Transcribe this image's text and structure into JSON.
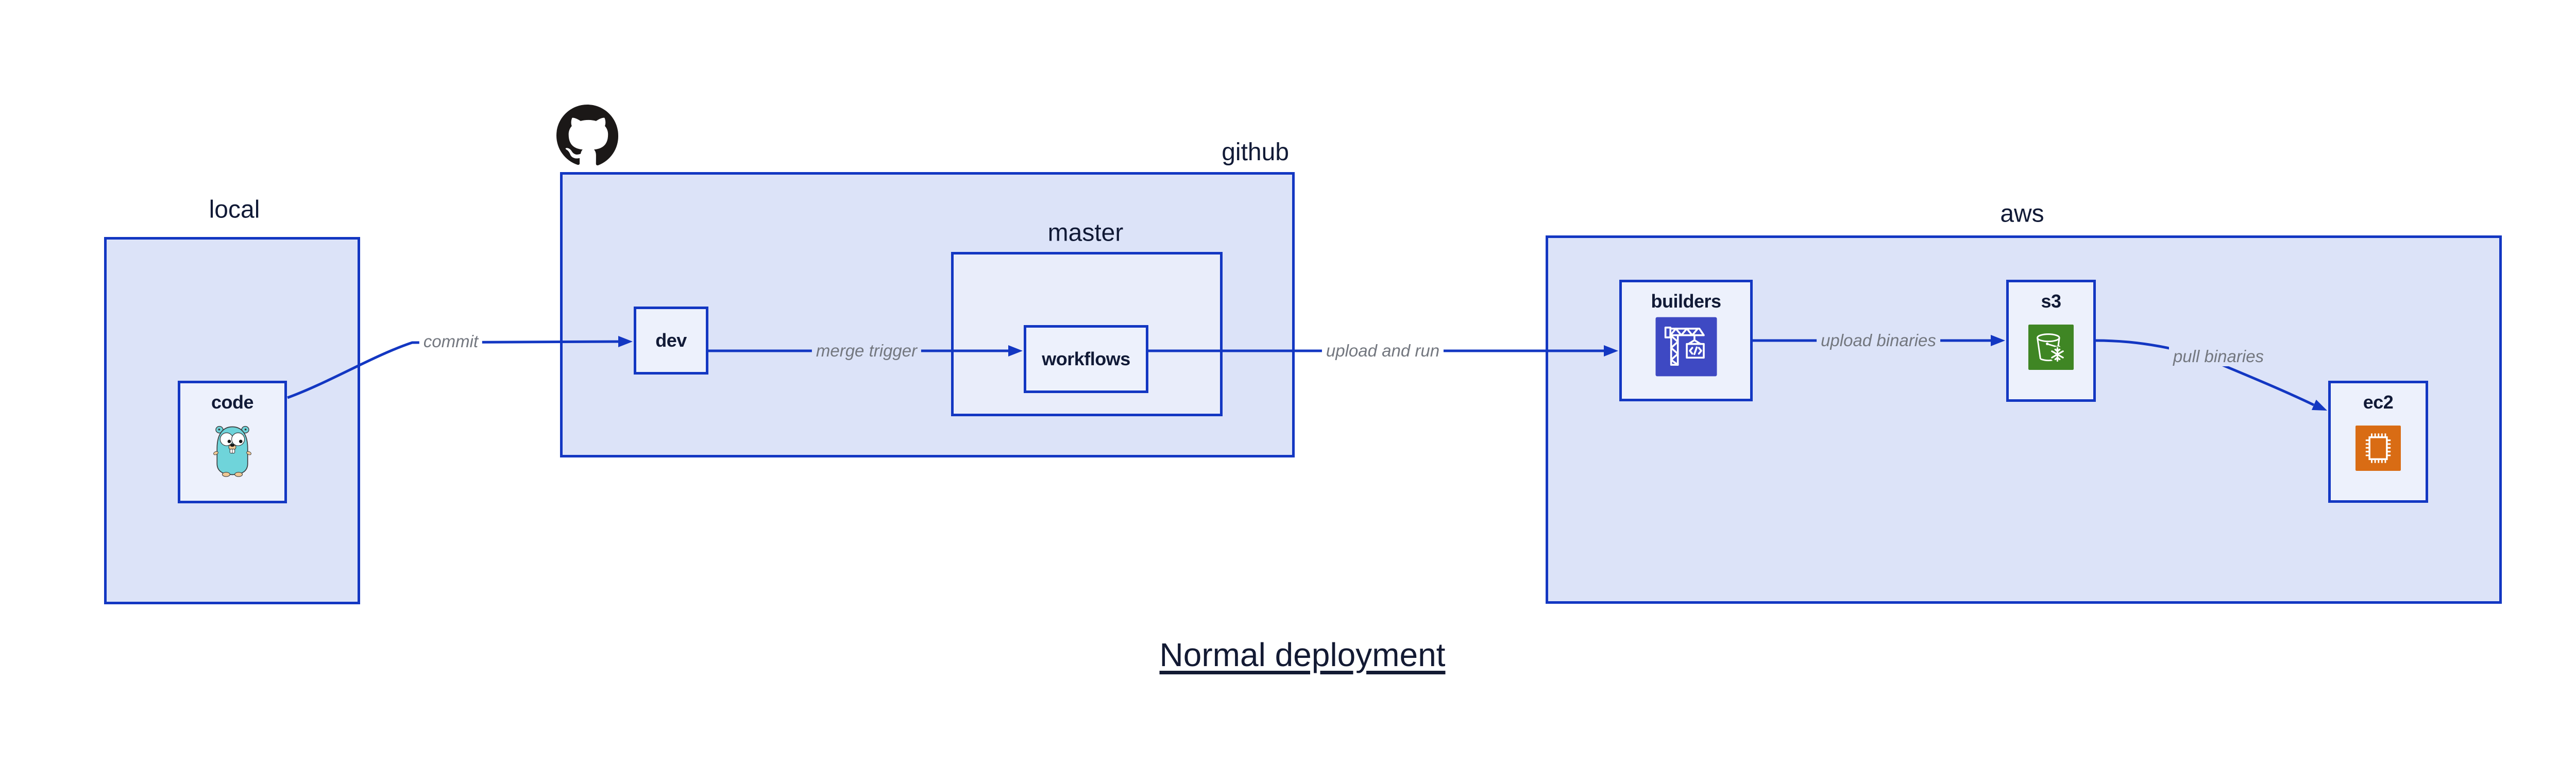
{
  "diagram": {
    "title": "Normal deployment",
    "containers": {
      "local": {
        "label": "local"
      },
      "github": {
        "label": "github"
      },
      "master": {
        "label": "master"
      },
      "aws": {
        "label": "aws"
      }
    },
    "nodes": {
      "code": {
        "label": "code",
        "icon": "go-gopher-icon"
      },
      "dev": {
        "label": "dev"
      },
      "workflows": {
        "label": "workflows"
      },
      "builders": {
        "label": "builders",
        "icon": "codebuild-crane-icon"
      },
      "s3": {
        "label": "s3",
        "icon": "s3-bucket-snowflake-icon"
      },
      "ec2": {
        "label": "ec2",
        "icon": "ec2-chip-icon"
      }
    },
    "edges": [
      {
        "from": "code",
        "to": "dev",
        "label": "commit"
      },
      {
        "from": "dev",
        "to": "workflows",
        "label": "merge trigger"
      },
      {
        "from": "workflows",
        "to": "builders",
        "label": "upload and run"
      },
      {
        "from": "builders",
        "to": "s3",
        "label": "upload binaries"
      },
      {
        "from": "s3",
        "to": "ec2",
        "label": "pull binaries"
      }
    ],
    "colors": {
      "border_blue": "#1337C2",
      "container_fill": "#DCE3F8",
      "master_fill": "#E9EDFA",
      "leaf_fill": "#EDF1FC",
      "label_navy": "#111A36",
      "edge_label_gray": "#73777F",
      "octocat_black": "#1B1817",
      "gopher_teal": "#6FD4DA",
      "codebuild_purple": "#3E49C3",
      "s3_green": "#3F8624",
      "ec2_orange": "#D96C14"
    }
  }
}
